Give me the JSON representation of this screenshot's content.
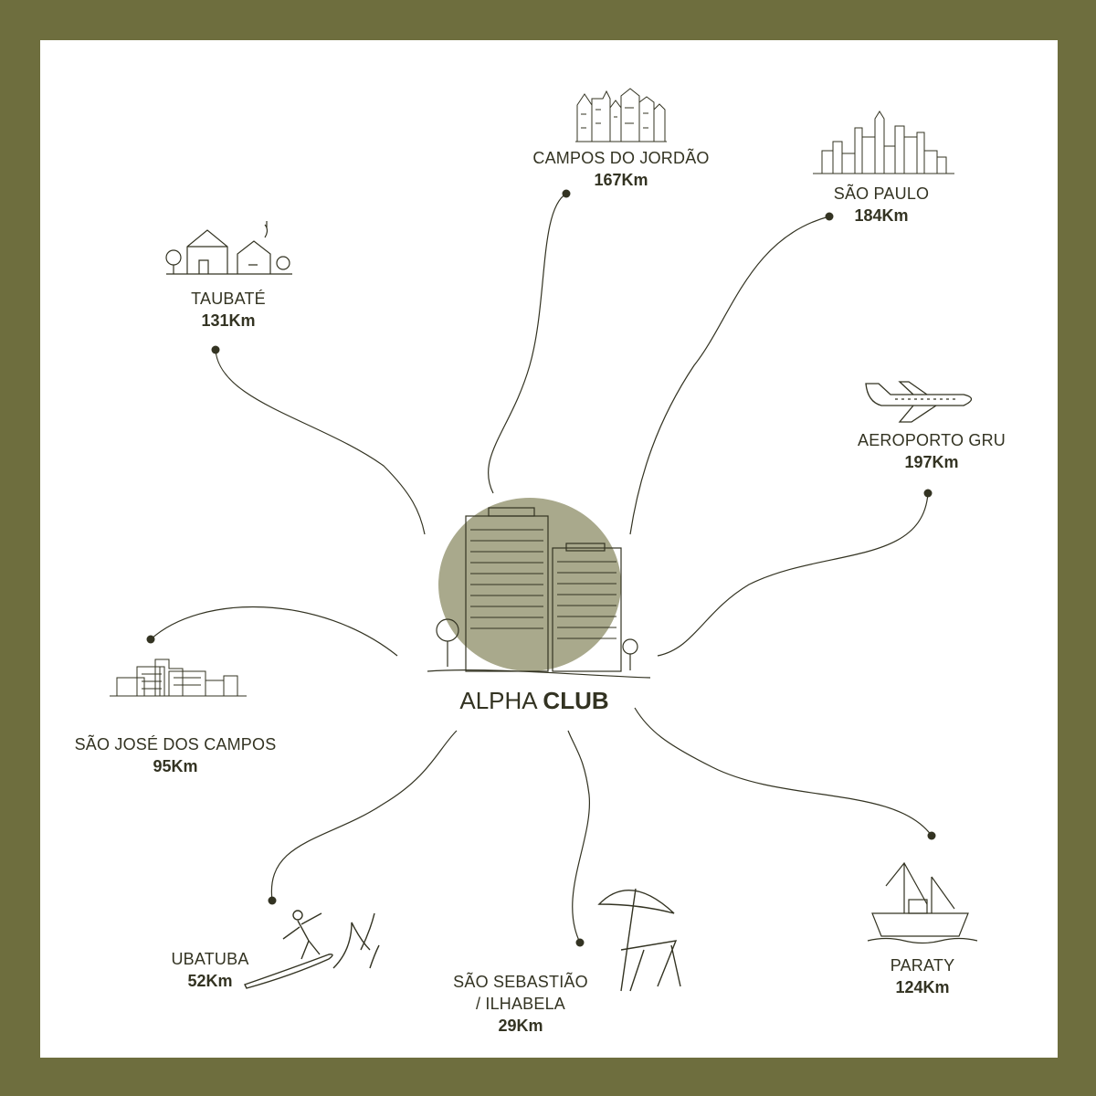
{
  "center": {
    "name_light": "ALPHA",
    "name_bold": "CLUB"
  },
  "destinations": [
    {
      "name": "CAMPOS DO JORDÃO",
      "distance": "167Km",
      "icon": "town-houses-icon"
    },
    {
      "name": "SÃO PAULO",
      "distance": "184Km",
      "icon": "city-skyline-icon"
    },
    {
      "name": "TAUBATÉ",
      "distance": "131Km",
      "icon": "village-houses-icon"
    },
    {
      "name": "AEROPORTO GRU",
      "distance": "197Km",
      "icon": "airplane-icon"
    },
    {
      "name": "SÃO JOSÉ DOS CAMPOS",
      "distance": "95Km",
      "icon": "buildings-icon"
    },
    {
      "name": "UBATUBA",
      "distance": "52Km",
      "icon": "surfer-icon"
    },
    {
      "name": "SÃO SEBASTIÃO",
      "name2": "/ ILHABELA",
      "distance": "29Km",
      "icon": "beach-chair-umbrella-icon"
    },
    {
      "name": "PARATY",
      "distance": "124Km",
      "icon": "fishing-boat-icon"
    }
  ],
  "colors": {
    "frame": "#6e6e3e",
    "text": "#333322",
    "blob": "#a9a98c"
  }
}
